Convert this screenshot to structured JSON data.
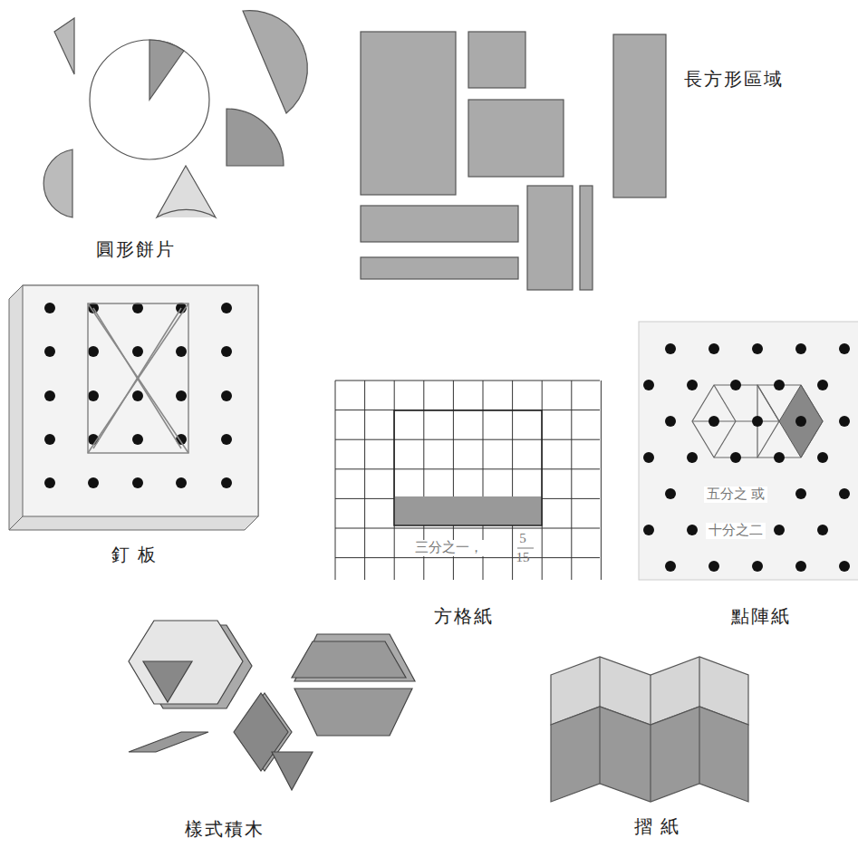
{
  "diagram": {
    "labels": [
      "圓形餅片",
      "長方形區域",
      "釘 板",
      "三分之一，",
      "5",
      "15",
      "方格紙",
      "五分之 或",
      "十分之二",
      "點陣紙",
      "樣式積木",
      "摺 紙"
    ]
  }
}
